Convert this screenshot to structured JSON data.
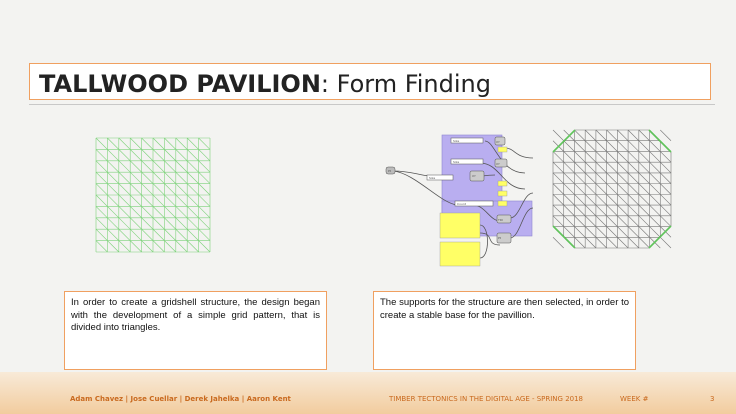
{
  "slide": {
    "title_bold": "TALLWOOD PAVILION",
    "title_rest": ": Form Finding",
    "text_left": "In order to create a gridshell structure, the design began with the development of a simple grid pattern, that is divided into triangles.",
    "text_right": "The supports for the structure are then selected, in order to create a stable base for the pavillion.",
    "grid_color": "#7dd27a",
    "support_color": "#5fc45a",
    "accent_color": "#f0a060"
  },
  "grasshopper": {
    "node_labels": [
      "Size",
      "Size",
      "Size",
      "Count",
      "XY",
      "XY",
      "XY",
      "TRI",
      "Pt",
      "Pt"
    ]
  },
  "footer": {
    "authors": "Adam Chavez | Jose Cuellar | Derek Jahelka | Aaron Kent",
    "course": "TIMBER TECTONICS IN THE DIGITAL AGE - SPRING 2018",
    "week": "WEEK #",
    "page": "3"
  }
}
